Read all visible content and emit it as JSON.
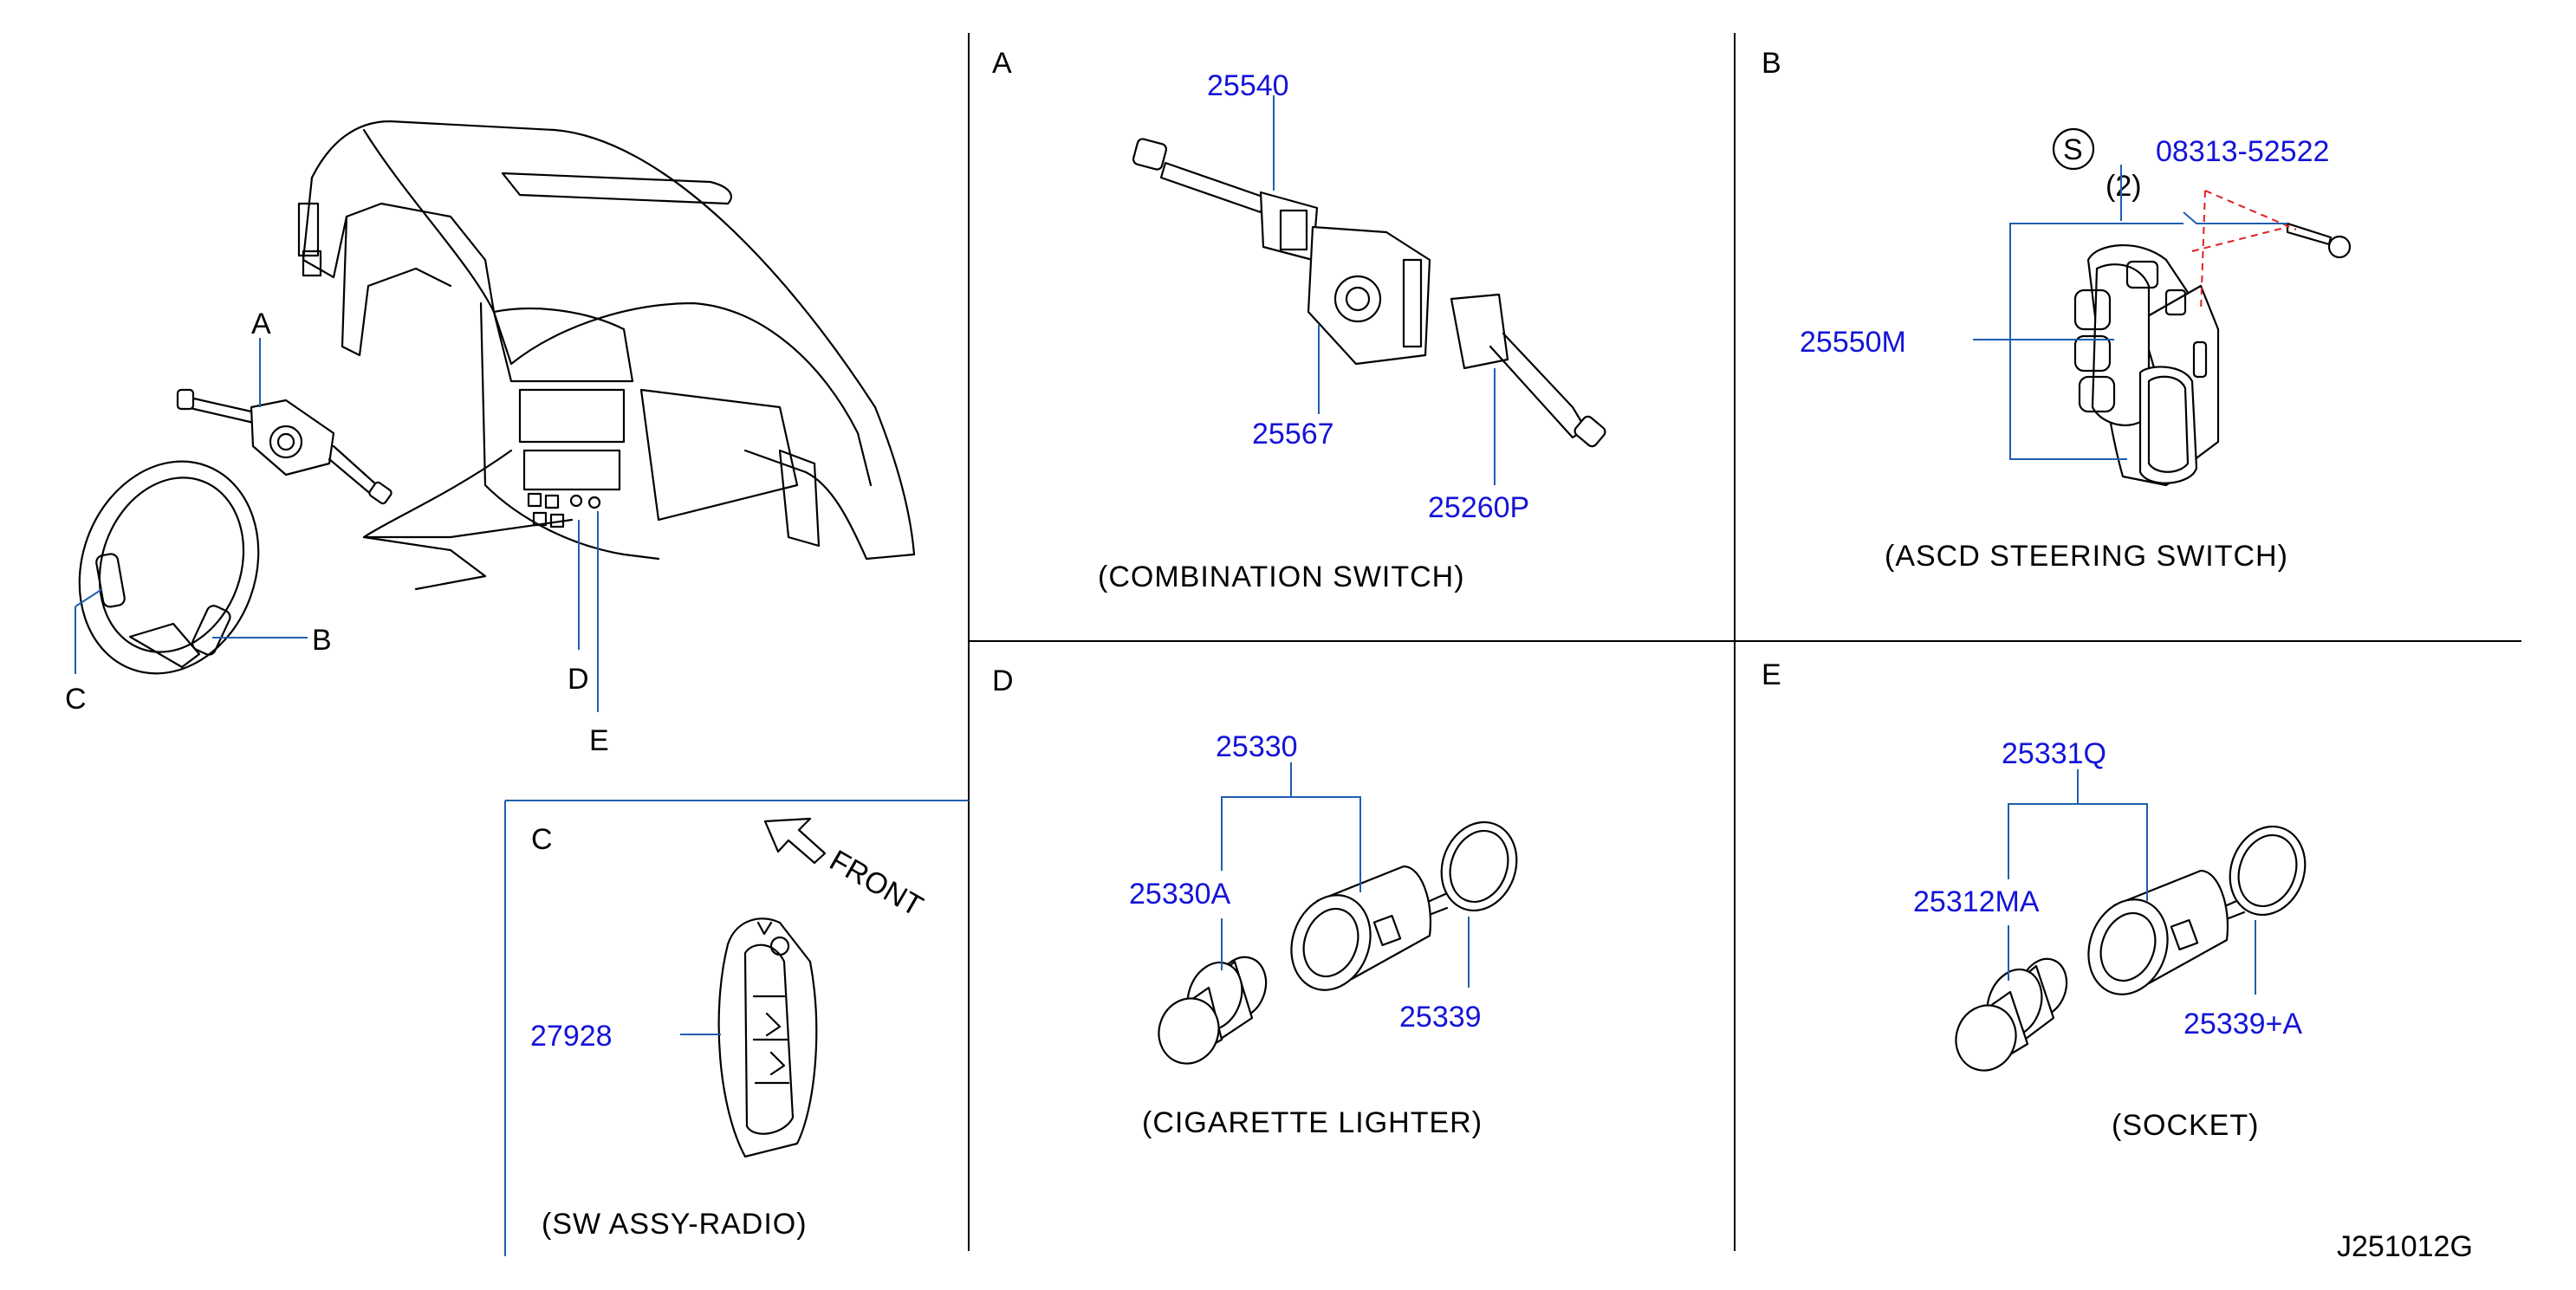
{
  "overview": {
    "callouts": {
      "a": "A",
      "b": "B",
      "c": "C",
      "d": "D",
      "e": "E"
    }
  },
  "panel_a": {
    "letter": "A",
    "caption": "(COMBINATION   SWITCH)",
    "parts": {
      "p1": "25540",
      "p2": "25567",
      "p3": "25260P"
    }
  },
  "panel_b": {
    "letter": "B",
    "caption": "(ASCD   STEERING   SWITCH)",
    "screw_symbol": "S",
    "parts": {
      "screw": "08313-52522",
      "switch": "25550M"
    },
    "qty": "(2)"
  },
  "panel_c": {
    "letter": "C",
    "caption": "(SW   ASSY-RADIO)",
    "front": "FRONT",
    "parts": {
      "p1": "27928"
    }
  },
  "panel_d": {
    "letter": "D",
    "caption": "(CIGARETTE   LIGHTER)",
    "parts": {
      "assy": "25330",
      "knob": "25330A",
      "ring": "25339"
    }
  },
  "panel_e": {
    "letter": "E",
    "caption": "(SOCKET)",
    "parts": {
      "assy": "25331Q",
      "plug": "25312MA",
      "ring": "25339+A"
    }
  },
  "figure_id": "J251012G"
}
